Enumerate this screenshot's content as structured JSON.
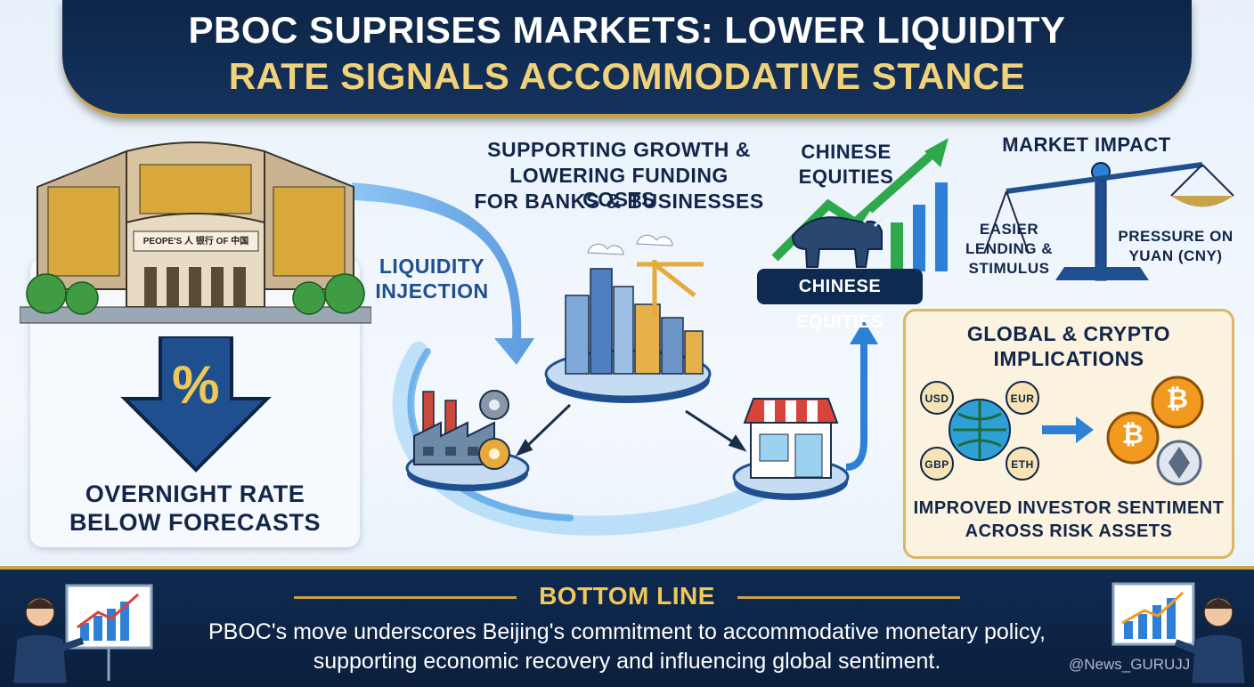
{
  "header": {
    "title_line1": "PBOC SUPRISES MARKETS: LOWER LIQUIDITY",
    "title_line2": "RATE SIGNALS ACCOMMODATIVE STANCE"
  },
  "building": {
    "sign_text": "PEOPE'S 人 银行 OF 中国"
  },
  "rate": {
    "symbol": "%",
    "label_line1": "OVERNIGHT RATE",
    "label_line2": "BELOW FORECASTS"
  },
  "liquidity": {
    "line1": "LIQUIDITY",
    "line2": "INJECTION"
  },
  "growth": {
    "line1": "SUPPORTING GROWTH &",
    "line2": "LOWERING FUNDING COSTS",
    "line3": "FOR BANKS & BUSINESSES"
  },
  "equities": {
    "heading_line1": "CHINESE",
    "heading_line2": "EQUITIES",
    "banner": "CHINESE EQUITIES"
  },
  "market_impact": {
    "title": "MARKET IMPACT",
    "left_line1": "EASIER",
    "left_line2": "LENDING &",
    "left_line3": "STIMULUS",
    "right_line1": "PRESSURE ON",
    "right_line2": "YUAN (CNY)"
  },
  "global": {
    "title_line1": "GLOBAL & CRYPTO",
    "title_line2": "IMPLICATIONS",
    "currencies": [
      "USD",
      "EUR",
      "GBP",
      "ETH"
    ],
    "crypto_symbol": "₿",
    "footer_line1": "IMPROVED INVESTOR SENTIMENT",
    "footer_line2": "ACROSS RISK ASSETS"
  },
  "bottom": {
    "title": "BOTTOM LINE",
    "text_line1": "PBOC's move underscores Beijing's commitment to accommodative monetary policy,",
    "text_line2": "supporting economic recovery and influencing global sentiment.",
    "watermark": "@News_GURUJJ"
  },
  "colors": {
    "navy": "#0f2a50",
    "gold": "#c9a24c",
    "accent_blue": "#2e7fd6",
    "green": "#2ea84a",
    "bitcoin": "#f29a1f"
  }
}
